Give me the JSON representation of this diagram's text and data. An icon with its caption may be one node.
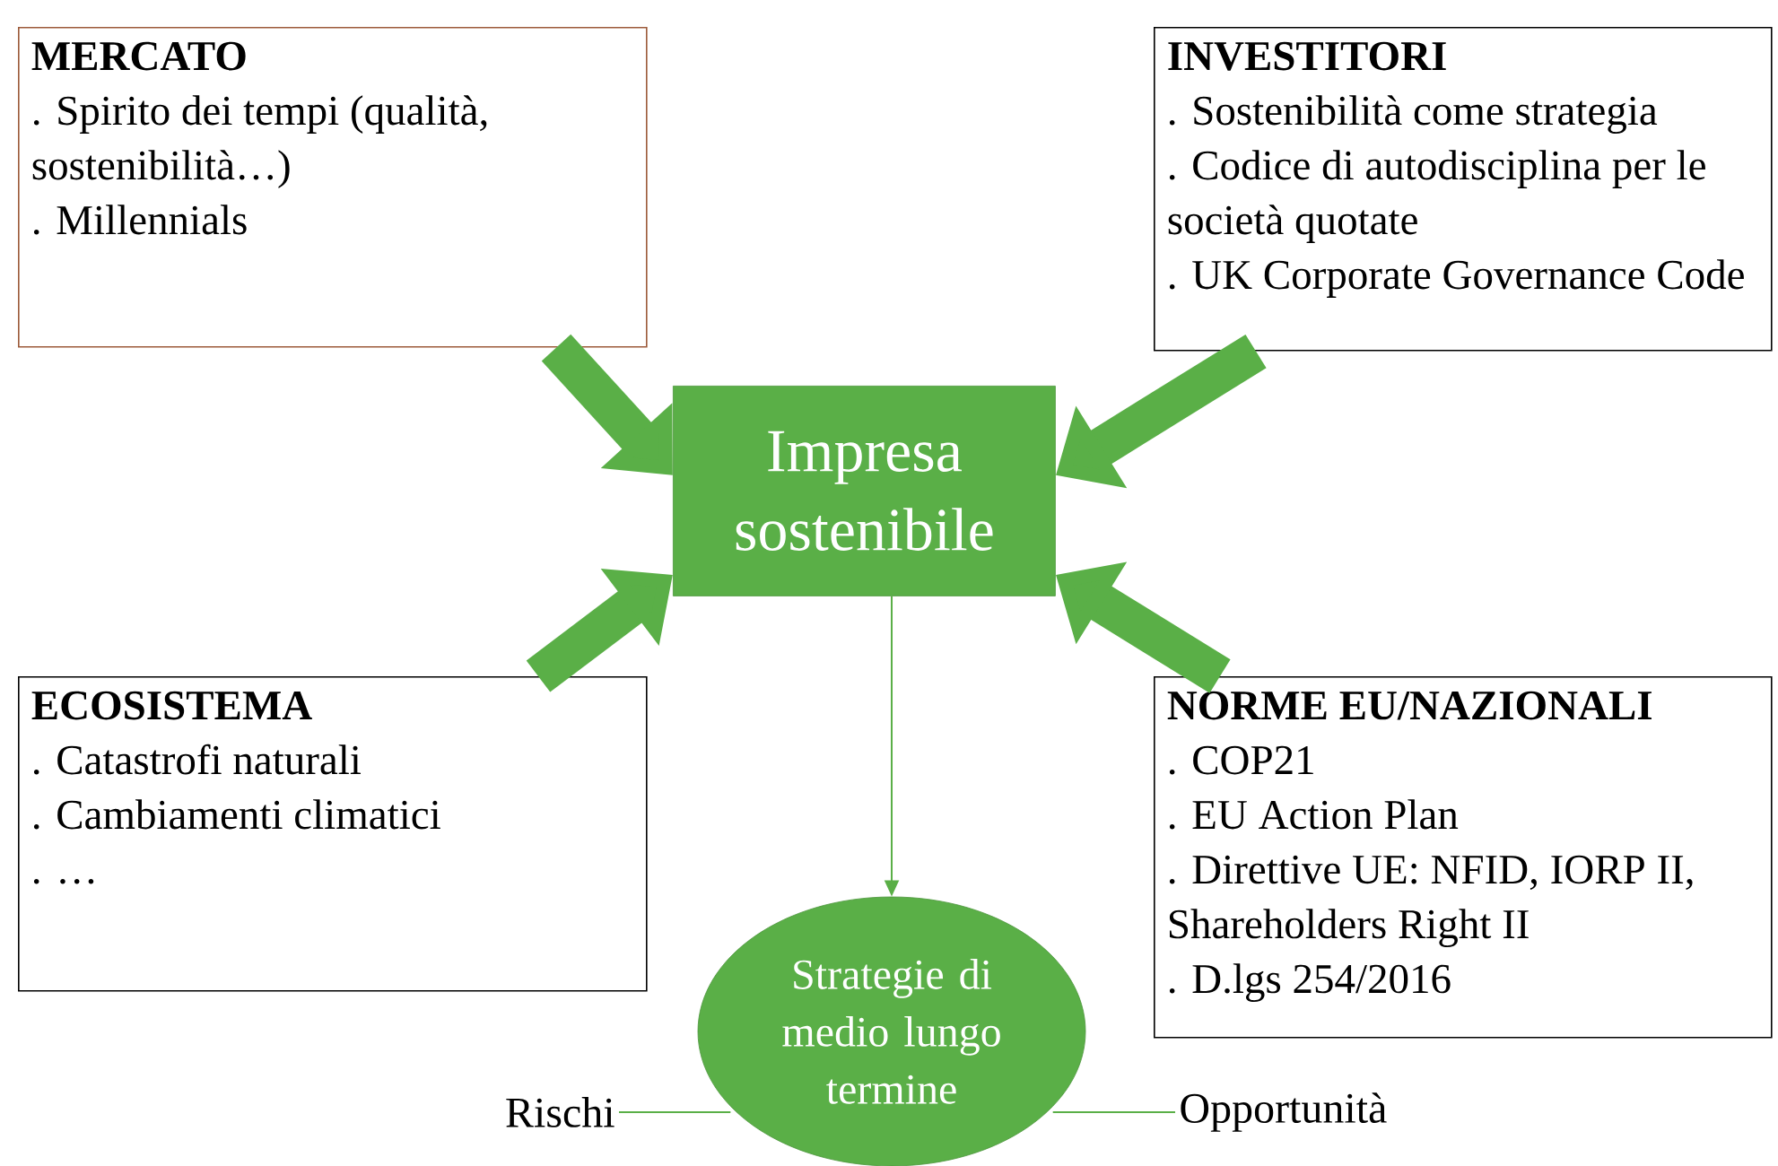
{
  "diagram": {
    "nodes": [
      {
        "text": [
          "MERCATO",
          ". Spirito dei tempi (qualità, sostenibilità…)",
          ". Millennials"
        ]
      },
      {
        "text": [
          "INVESTITORI",
          ". Sostenibilità come strategia",
          ". Codice di autodisciplina per le società quotate",
          ". UK Corporate Governance Code"
        ]
      },
      {
        "text": [
          "Impresa sostenibile"
        ]
      },
      {
        "text": [
          "ECOSISTEMA",
          ". Catastrofi naturali",
          ". Cambiamenti climatici",
          ". …"
        ]
      },
      {
        "text": [
          "NORME EU/NAZIONALI",
          ". COP21",
          ". EU Action Plan",
          ". Direttive UE: NFID, IORP II, Shareholders Right II",
          ". D.lgs 254/2016"
        ]
      },
      {
        "text": [
          "Strategie di medio lungo termine"
        ]
      },
      {
        "text": [
          "Rischi"
        ]
      },
      {
        "text": [
          "Opportunità"
        ]
      }
    ],
    "edges": [
      {
        "from": 0,
        "to": 2,
        "arrow": "to"
      },
      {
        "from": 1,
        "to": 2,
        "arrow": "to"
      },
      {
        "from": 3,
        "to": 2,
        "arrow": "to"
      },
      {
        "from": 4,
        "to": 2,
        "arrow": "to"
      },
      {
        "from": 2,
        "to": 5,
        "arrow": "to"
      },
      {
        "from": 5,
        "to": 6,
        "arrow": "none"
      },
      {
        "from": 5,
        "to": 7,
        "arrow": "none"
      }
    ]
  }
}
